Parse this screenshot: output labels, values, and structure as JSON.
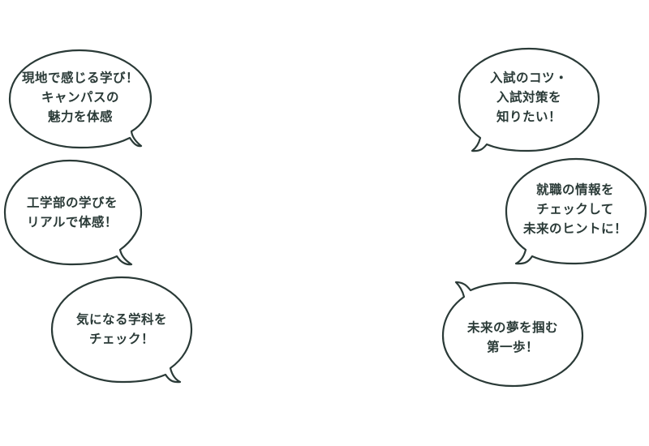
{
  "bubbles": [
    {
      "id": "campus",
      "lines": [
        "現地で感じる学び！",
        "キャンパスの",
        "魅力を体感"
      ]
    },
    {
      "id": "engineering",
      "lines": [
        "工学部の学びを",
        "リアルで体感！"
      ]
    },
    {
      "id": "subjects",
      "lines": [
        "気になる学科を",
        "チェック！"
      ]
    },
    {
      "id": "exam",
      "lines": [
        "入試のコツ・",
        "入試対策を",
        "知りたい！"
      ]
    },
    {
      "id": "career",
      "lines": [
        "就職の情報を",
        "チェックして",
        "未来のヒントに！"
      ]
    },
    {
      "id": "dream",
      "lines": [
        "未来の夢を掴む",
        "第一歩！"
      ]
    }
  ],
  "colors": {
    "stroke": "#2a3a37",
    "text": "#2a3a37",
    "fill": "#ffffff"
  }
}
